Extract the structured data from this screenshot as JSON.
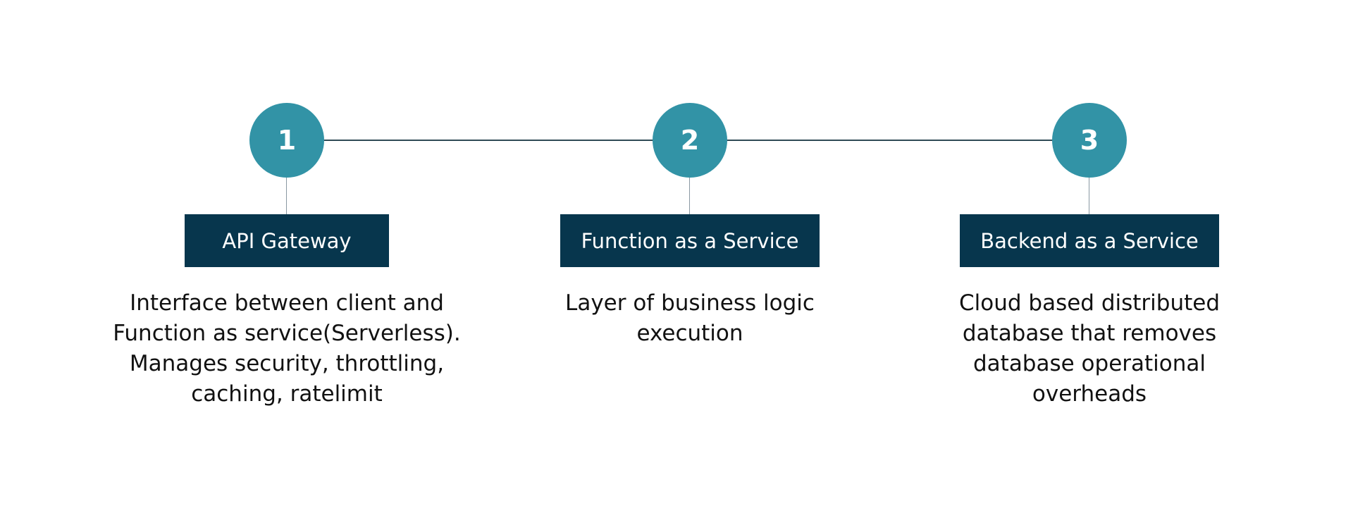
{
  "colors": {
    "circle": "#3293a6",
    "box": "#07364d",
    "line": "#2f4b56",
    "stem": "#8a98a2",
    "text": "#111111"
  },
  "steps": [
    {
      "number": "1",
      "title": "API Gateway",
      "description_lines": [
        "Interface between client and",
        "Function as service(Serverless).",
        "Manages security, throttling,",
        "caching, ratelimit"
      ]
    },
    {
      "number": "2",
      "title": "Function as a Service",
      "description_lines": [
        "Layer of business logic",
        "execution"
      ]
    },
    {
      "number": "3",
      "title": "Backend as a Service",
      "description_lines": [
        "Cloud based distributed",
        "database that removes",
        "database operational",
        "overheads"
      ]
    }
  ]
}
